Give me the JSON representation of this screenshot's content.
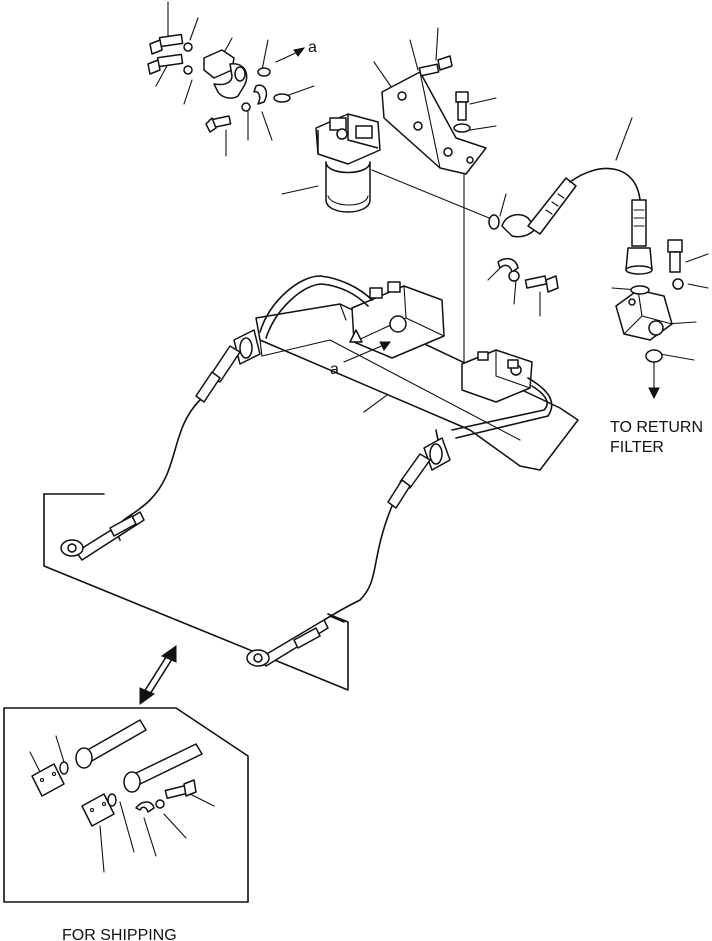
{
  "labels": {
    "ref_a_top": "a",
    "ref_a_mid": "a",
    "return_line1": "TO RETURN",
    "return_line2": "FILTER",
    "shipping": "FOR SHIPPING"
  },
  "icons": {
    "direction_arrow": "arrow-icon",
    "double_arrow": "double-arrow-icon"
  }
}
